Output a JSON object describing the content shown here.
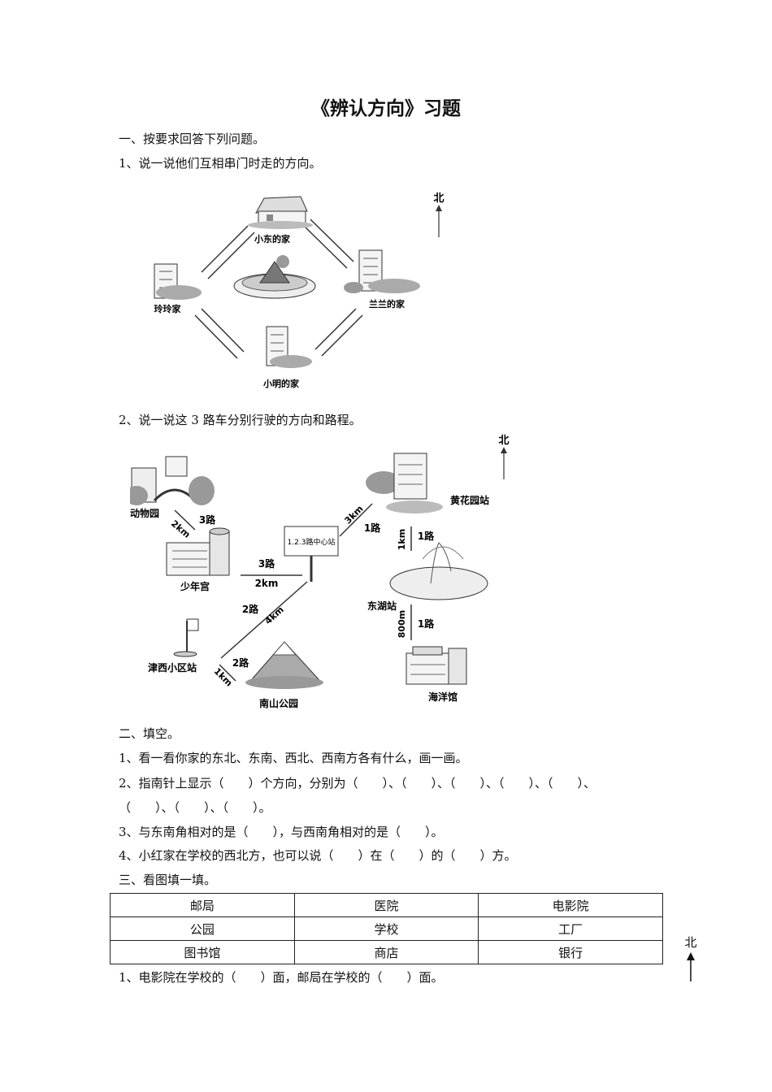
{
  "title": "《辨认方向》习题",
  "section1": {
    "heading": "一、按要求回答下列问题。",
    "q1": "1、说一说他们互相串门时走的方向。",
    "q2": "2、说一说这 3 路车分别行驶的方向和路程。"
  },
  "map1": {
    "north": "北",
    "homes": [
      "小东的家",
      "玲玲家",
      "兰兰的家",
      "小明的家"
    ]
  },
  "map2": {
    "north": "北",
    "center_sign": "1.2.3路中心站",
    "places": [
      "动物园",
      "少年宫",
      "津西小区站",
      "南山公园",
      "黄花园站",
      "东湖站",
      "海洋馆"
    ],
    "routes": [
      "3路",
      "2km",
      "3路",
      "2km",
      "3km",
      "1路",
      "1km",
      "1路",
      "2路",
      "4km",
      "2路",
      "1km",
      "800m",
      "1路"
    ]
  },
  "section2": {
    "heading": "二、填空。",
    "q1": "1、看一看你家的东北、东南、西北、西南方各有什么，画一画。",
    "q2a": "2、指南针上显示（　　）个方向，分别为（　　）、（　　）、（　　）、（　　）、（　　）、",
    "q2b": "（　　）、（　　）、（　　）。",
    "q3": "3、与东南角相对的是（　　），与西南角相对的是（　　）。",
    "q4": "4、小红家在学校的西北方，也可以说（　　）在（　　）的（　　）方。"
  },
  "section3": {
    "heading": "三、看图填一填。",
    "table": [
      [
        "邮局",
        "医院",
        "电影院"
      ],
      [
        "公园",
        "学校",
        "工厂"
      ],
      [
        "图书馆",
        "商店",
        "银行"
      ]
    ],
    "north": "北",
    "q1": "1、电影院在学校的（　　）面，邮局在学校的（　　）面。"
  }
}
